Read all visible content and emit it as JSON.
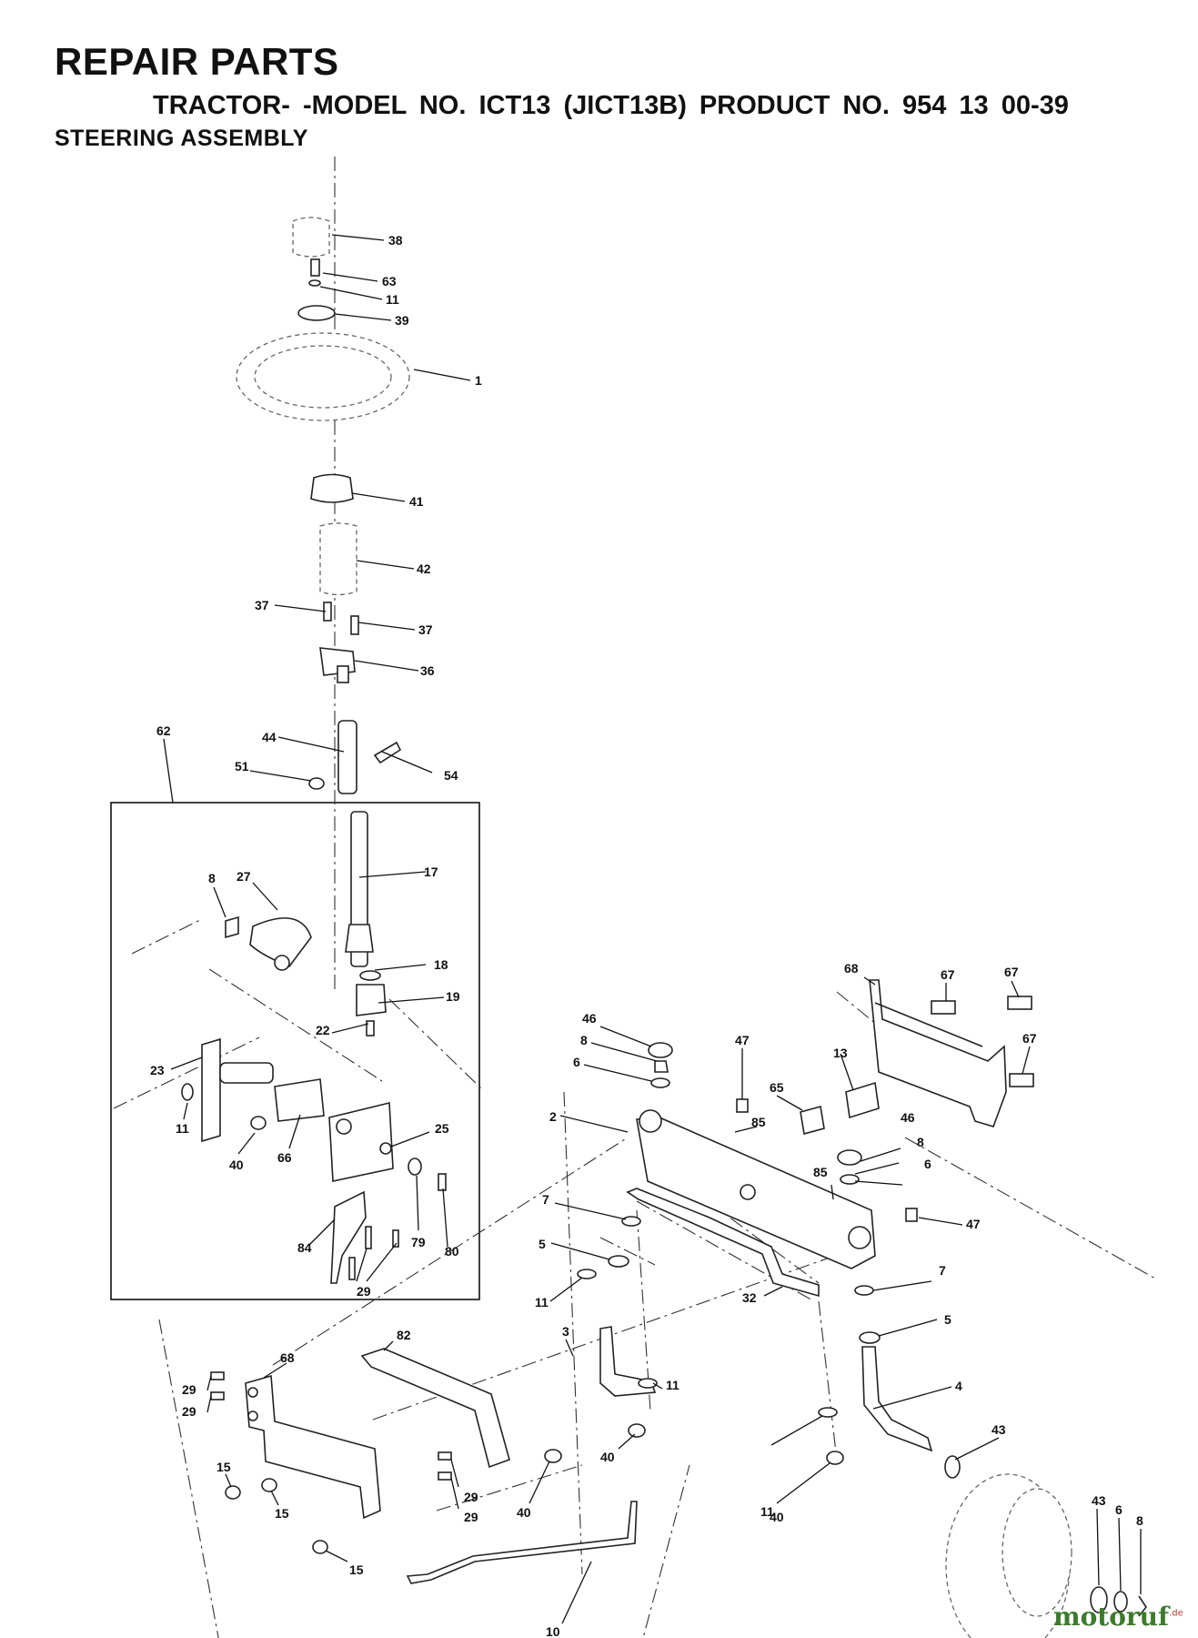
{
  "header": {
    "title": "REPAIR PARTS",
    "subtitle": "TRACTOR- -MODEL NO. ICT13 (JICT13B) PRODUCT NO. 954 13 00-39",
    "section": "STEERING ASSEMBLY"
  },
  "callouts": [
    "38",
    "63",
    "11",
    "39",
    "1",
    "41",
    "42",
    "37",
    "37",
    "36",
    "62",
    "44",
    "51",
    "54",
    "17",
    "8",
    "27",
    "18",
    "19",
    "22",
    "23",
    "11",
    "40",
    "66",
    "25",
    "79",
    "80",
    "84",
    "29",
    "68",
    "67",
    "67",
    "67",
    "46",
    "8",
    "6",
    "47",
    "13",
    "65",
    "2",
    "85",
    "46",
    "8",
    "85",
    "6",
    "47",
    "7",
    "5",
    "11",
    "7",
    "32",
    "5",
    "3",
    "11",
    "4",
    "82",
    "68",
    "29",
    "29",
    "15",
    "15",
    "40",
    "40",
    "11",
    "43",
    "40",
    "29",
    "29",
    "15",
    "10",
    "43",
    "6",
    "8"
  ],
  "watermark": {
    "name": "motoruf",
    "suffix": ".de"
  }
}
